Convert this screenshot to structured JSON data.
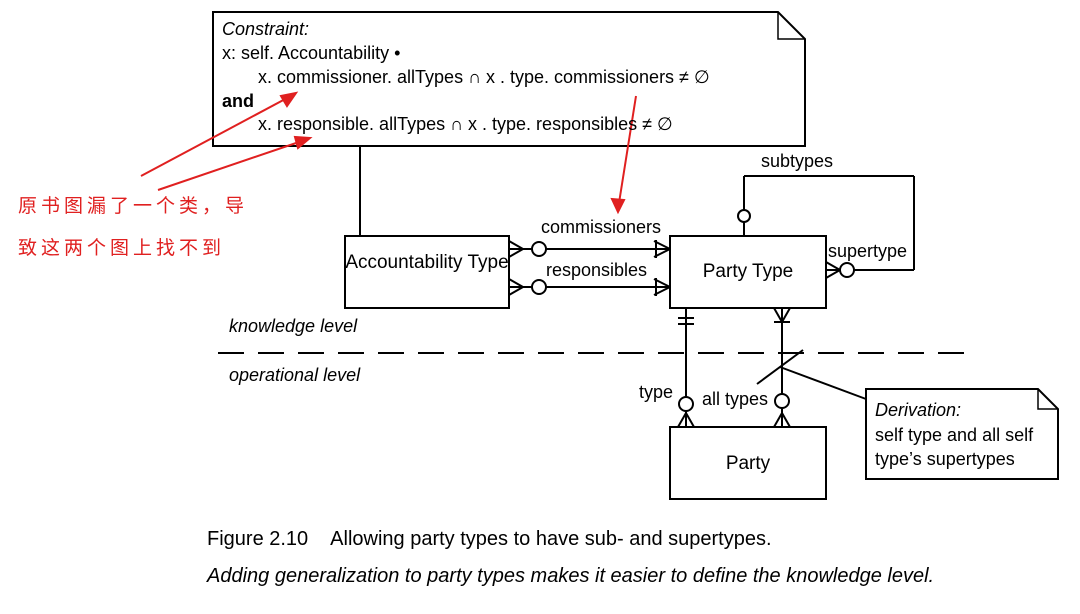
{
  "constraint_note": {
    "title": "Constraint:",
    "line1": "x: self. Accountability •",
    "line2": "x. commissioner. allTypes ∩ x . type. commissioners ≠ ∅",
    "line3": "and",
    "line4": "x. responsible. allTypes ∩ x . type. responsibles ≠ ∅"
  },
  "derivation_note": {
    "title": "Derivation:",
    "line1": "self type and all self",
    "line2": "type’s supertypes"
  },
  "boxes": {
    "accountability_type": "Accountability Type",
    "party_type": "Party Type",
    "party": "Party"
  },
  "roles": {
    "subtypes": "subtypes",
    "supertype": "supertype",
    "commissioners": "commissioners",
    "responsibles": "responsibles",
    "type": "type",
    "all_types": "all types"
  },
  "levels": {
    "knowledge": "knowledge level",
    "operational": "operational level"
  },
  "annotation_zh": {
    "line1": "原书图漏了一个类，导",
    "line2": "致这两个图上找不到"
  },
  "caption": {
    "figure": "Figure 2.10",
    "title": "Allowing party types to have sub- and supertypes.",
    "subtitle": "Adding generalization to party types makes it easier to define the knowledge level."
  },
  "colors": {
    "annotation": "#e02020",
    "ink": "#000000"
  }
}
